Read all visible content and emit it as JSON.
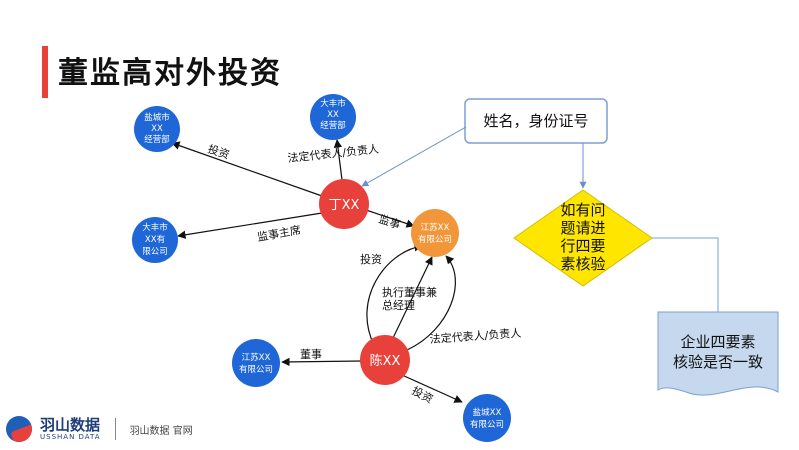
{
  "title": "董监高对外投资",
  "nodes": {
    "n_yancheng": [
      "盐城市",
      "XX",
      "经营部"
    ],
    "n_dafeng_jy": [
      "大丰市",
      "XX",
      "经营部"
    ],
    "n_dafeng_yx": [
      "大丰市",
      "XX有",
      "限公司"
    ],
    "n_ding": [
      "丁XX"
    ],
    "n_jiangsu_orange": [
      "江苏XX",
      "有限公司"
    ],
    "n_chen": [
      "陈XX"
    ],
    "n_jiangsu_blue": [
      "江苏XX",
      "有限公司"
    ],
    "n_yancheng2": [
      "盐城XX",
      "有限公司"
    ]
  },
  "edges": {
    "e1": "投资",
    "e2": "法定代表人/负责人",
    "e3": "监事主席",
    "e4": "监事",
    "e5": "投资",
    "e6": "执行董事兼",
    "e6b": "总经理",
    "e7": "法定代表人/负责人",
    "e8": "董事",
    "e9": "投资"
  },
  "callout": "姓名，身份证号",
  "decision": [
    "如有问",
    "题请进",
    "行四要",
    "素核验"
  ],
  "document": [
    "企业四要素",
    "核验是否一致"
  ],
  "footer": {
    "logo_cn": "羽山数据",
    "logo_en": "USSHAN DATA",
    "tagline": "羽山数据 官网"
  },
  "colors": {
    "red": "#e8403a",
    "blue": "#1f66d6",
    "orange": "#f2963a",
    "yellow": "#ffe600",
    "doc": "#c5d8ee"
  }
}
